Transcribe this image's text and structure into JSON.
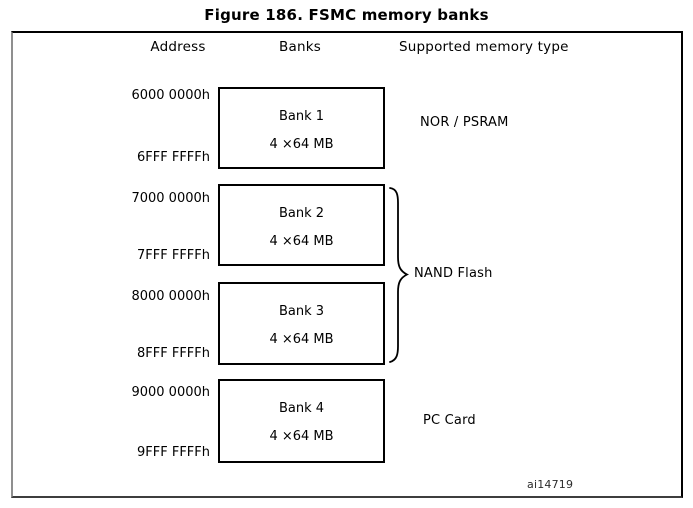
{
  "figure": {
    "title": "Figure 186. FSMC memory banks",
    "caption_id": "ai14719"
  },
  "headers": {
    "address": "Address",
    "banks": "Banks",
    "memory_type": "Supported memory type"
  },
  "banks": [
    {
      "name": "Bank 1",
      "size": "4 ×64 MB",
      "address_start": "6000 0000h",
      "address_end": "6FFF FFFFh",
      "memory_type": "NOR / PSRAM"
    },
    {
      "name": "Bank 2",
      "size": "4 ×64 MB",
      "address_start": "7000 0000h",
      "address_end": "7FFF FFFFh",
      "memory_type": "NAND Flash"
    },
    {
      "name": "Bank 3",
      "size": "4 ×64 MB",
      "address_start": "8000 0000h",
      "address_end": "8FFF FFFFh",
      "memory_type": "NAND Flash"
    },
    {
      "name": "Bank 4",
      "size": "4 ×64 MB",
      "address_start": "9000 0000h",
      "address_end": "9FFF FFFFh",
      "memory_type": "PC Card"
    }
  ],
  "memory_type_labels": [
    {
      "label": "NOR / PSRAM",
      "banks": [
        "Bank 1"
      ]
    },
    {
      "label": "NAND Flash",
      "banks": [
        "Bank 2",
        "Bank 3"
      ]
    },
    {
      "label": "PC Card",
      "banks": [
        "Bank 4"
      ]
    }
  ],
  "colors": {
    "line": "#000000",
    "text": "#000000",
    "background": "#ffffff"
  }
}
